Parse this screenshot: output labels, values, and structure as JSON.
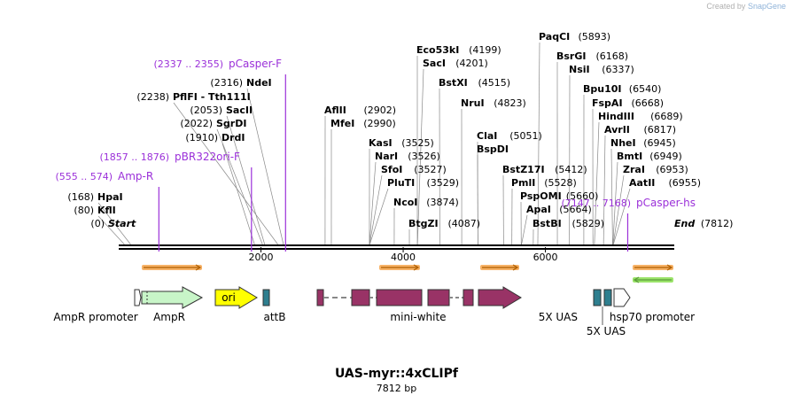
{
  "watermark": {
    "prefix": "Created by",
    "brand": "SnapGene"
  },
  "map": {
    "title": "UAS-myr::4xCLIPf",
    "length_label": "7812 bp",
    "length": 7812,
    "colors": {
      "backbone": "#000000",
      "primer": "#9b30d9",
      "orf_arrow": "#f7b267",
      "orf_stroke": "#b06000",
      "ampr": "#c8f5c8",
      "ori": "#ffff00",
      "miniwhite": "#993366",
      "uas": "#2e7f8f",
      "hsp70": "#ffffff"
    },
    "ticks": [
      {
        "bp": 2000,
        "label": "2000"
      },
      {
        "bp": 4000,
        "label": "4000"
      },
      {
        "bp": 6000,
        "label": "6000"
      }
    ],
    "sites": [
      {
        "name": "Start",
        "pos_label": "(0)",
        "bp": 0,
        "italic": true
      },
      {
        "name": "KflI",
        "pos_label": "(80)",
        "bp": 80
      },
      {
        "name": "HpaI",
        "pos_label": "(168)",
        "bp": 168
      },
      {
        "name": "DrdI",
        "pos_label": "(1910)",
        "bp": 1910
      },
      {
        "name": "SgrDI",
        "pos_label": "(2022)",
        "bp": 2022
      },
      {
        "name": "SacII",
        "pos_label": "(2053)",
        "bp": 2053
      },
      {
        "name": "PflFI - Tth111I",
        "pos_label": "(2238)",
        "bp": 2238
      },
      {
        "name": "NdeI",
        "pos_label": "(2316)",
        "bp": 2316
      },
      {
        "name": "AflII",
        "pos_label": "(2902)",
        "bp": 2902
      },
      {
        "name": "MfeI",
        "pos_label": "(2990)",
        "bp": 2990
      },
      {
        "name": "KasI",
        "pos_label": "(3525)",
        "bp": 3525
      },
      {
        "name": "NarI",
        "pos_label": "(3526)",
        "bp": 3526
      },
      {
        "name": "SfoI",
        "pos_label": "(3527)",
        "bp": 3527
      },
      {
        "name": "PluTI",
        "pos_label": "(3529)",
        "bp": 3529
      },
      {
        "name": "NcoI",
        "pos_label": "(3874)",
        "bp": 3874
      },
      {
        "name": "BtgZI",
        "pos_label": "(4087)",
        "bp": 4087
      },
      {
        "name": "Eco53kI",
        "pos_label": "(4199)",
        "bp": 4199
      },
      {
        "name": "SacI",
        "pos_label": "(4201)",
        "bp": 4201
      },
      {
        "name": "BstXI",
        "pos_label": "(4515)",
        "bp": 4515
      },
      {
        "name": "NruI",
        "pos_label": "(4823)",
        "bp": 4823
      },
      {
        "name": "ClaI",
        "pos_label": "(5051)",
        "bp": 5051
      },
      {
        "name": "BspDI",
        "pos_label": "",
        "bp": 5051
      },
      {
        "name": "BstZ17I",
        "pos_label": "(5412)",
        "bp": 5412
      },
      {
        "name": "PmlI",
        "pos_label": "(5528)",
        "bp": 5528
      },
      {
        "name": "PspOMI",
        "pos_label": "(5660)",
        "bp": 5660
      },
      {
        "name": "ApaI",
        "pos_label": "(5664)",
        "bp": 5664
      },
      {
        "name": "BstBI",
        "pos_label": "(5829)",
        "bp": 5829
      },
      {
        "name": "PaqCI",
        "pos_label": "(5893)",
        "bp": 5893
      },
      {
        "name": "BsrGI",
        "pos_label": "(6168)",
        "bp": 6168
      },
      {
        "name": "NsiI",
        "pos_label": "(6337)",
        "bp": 6337
      },
      {
        "name": "Bpu10I",
        "pos_label": "(6540)",
        "bp": 6540
      },
      {
        "name": "FspAI",
        "pos_label": "(6668)",
        "bp": 6668
      },
      {
        "name": "HindIII",
        "pos_label": "(6689)",
        "bp": 6689
      },
      {
        "name": "AvrII",
        "pos_label": "(6817)",
        "bp": 6817
      },
      {
        "name": "NheI",
        "pos_label": "(6945)",
        "bp": 6945
      },
      {
        "name": "BmtI",
        "pos_label": "(6949)",
        "bp": 6949
      },
      {
        "name": "ZraI",
        "pos_label": "(6953)",
        "bp": 6953
      },
      {
        "name": "AatII",
        "pos_label": "(6955)",
        "bp": 6955
      },
      {
        "name": "End",
        "pos_label": "(7812)",
        "bp": 7812,
        "italic": true
      }
    ],
    "primers": [
      {
        "name": "Amp-R",
        "range_label": "(555 .. 574)",
        "start": 555,
        "end": 574
      },
      {
        "name": "pBR322ori-F",
        "range_label": "(1857 .. 1876)",
        "start": 1857,
        "end": 1876
      },
      {
        "name": "pCasper-F",
        "range_label": "(2337 .. 2355)",
        "start": 2337,
        "end": 2355
      },
      {
        "name": "pCasper-hs",
        "range_label": "(7147 .. 7168)",
        "start": 7147,
        "end": 7168
      }
    ],
    "features": [
      {
        "name": "AmpR promoter",
        "type": "promoter"
      },
      {
        "name": "AmpR",
        "type": "cds"
      },
      {
        "name": "ori",
        "type": "ori"
      },
      {
        "name": "attB",
        "type": "box"
      },
      {
        "name": "mini-white",
        "type": "gene"
      },
      {
        "name": "5X UAS",
        "type": "box"
      },
      {
        "name": "5X UAS",
        "type": "box"
      },
      {
        "name": "hsp70 promoter",
        "type": "promoter"
      }
    ]
  }
}
